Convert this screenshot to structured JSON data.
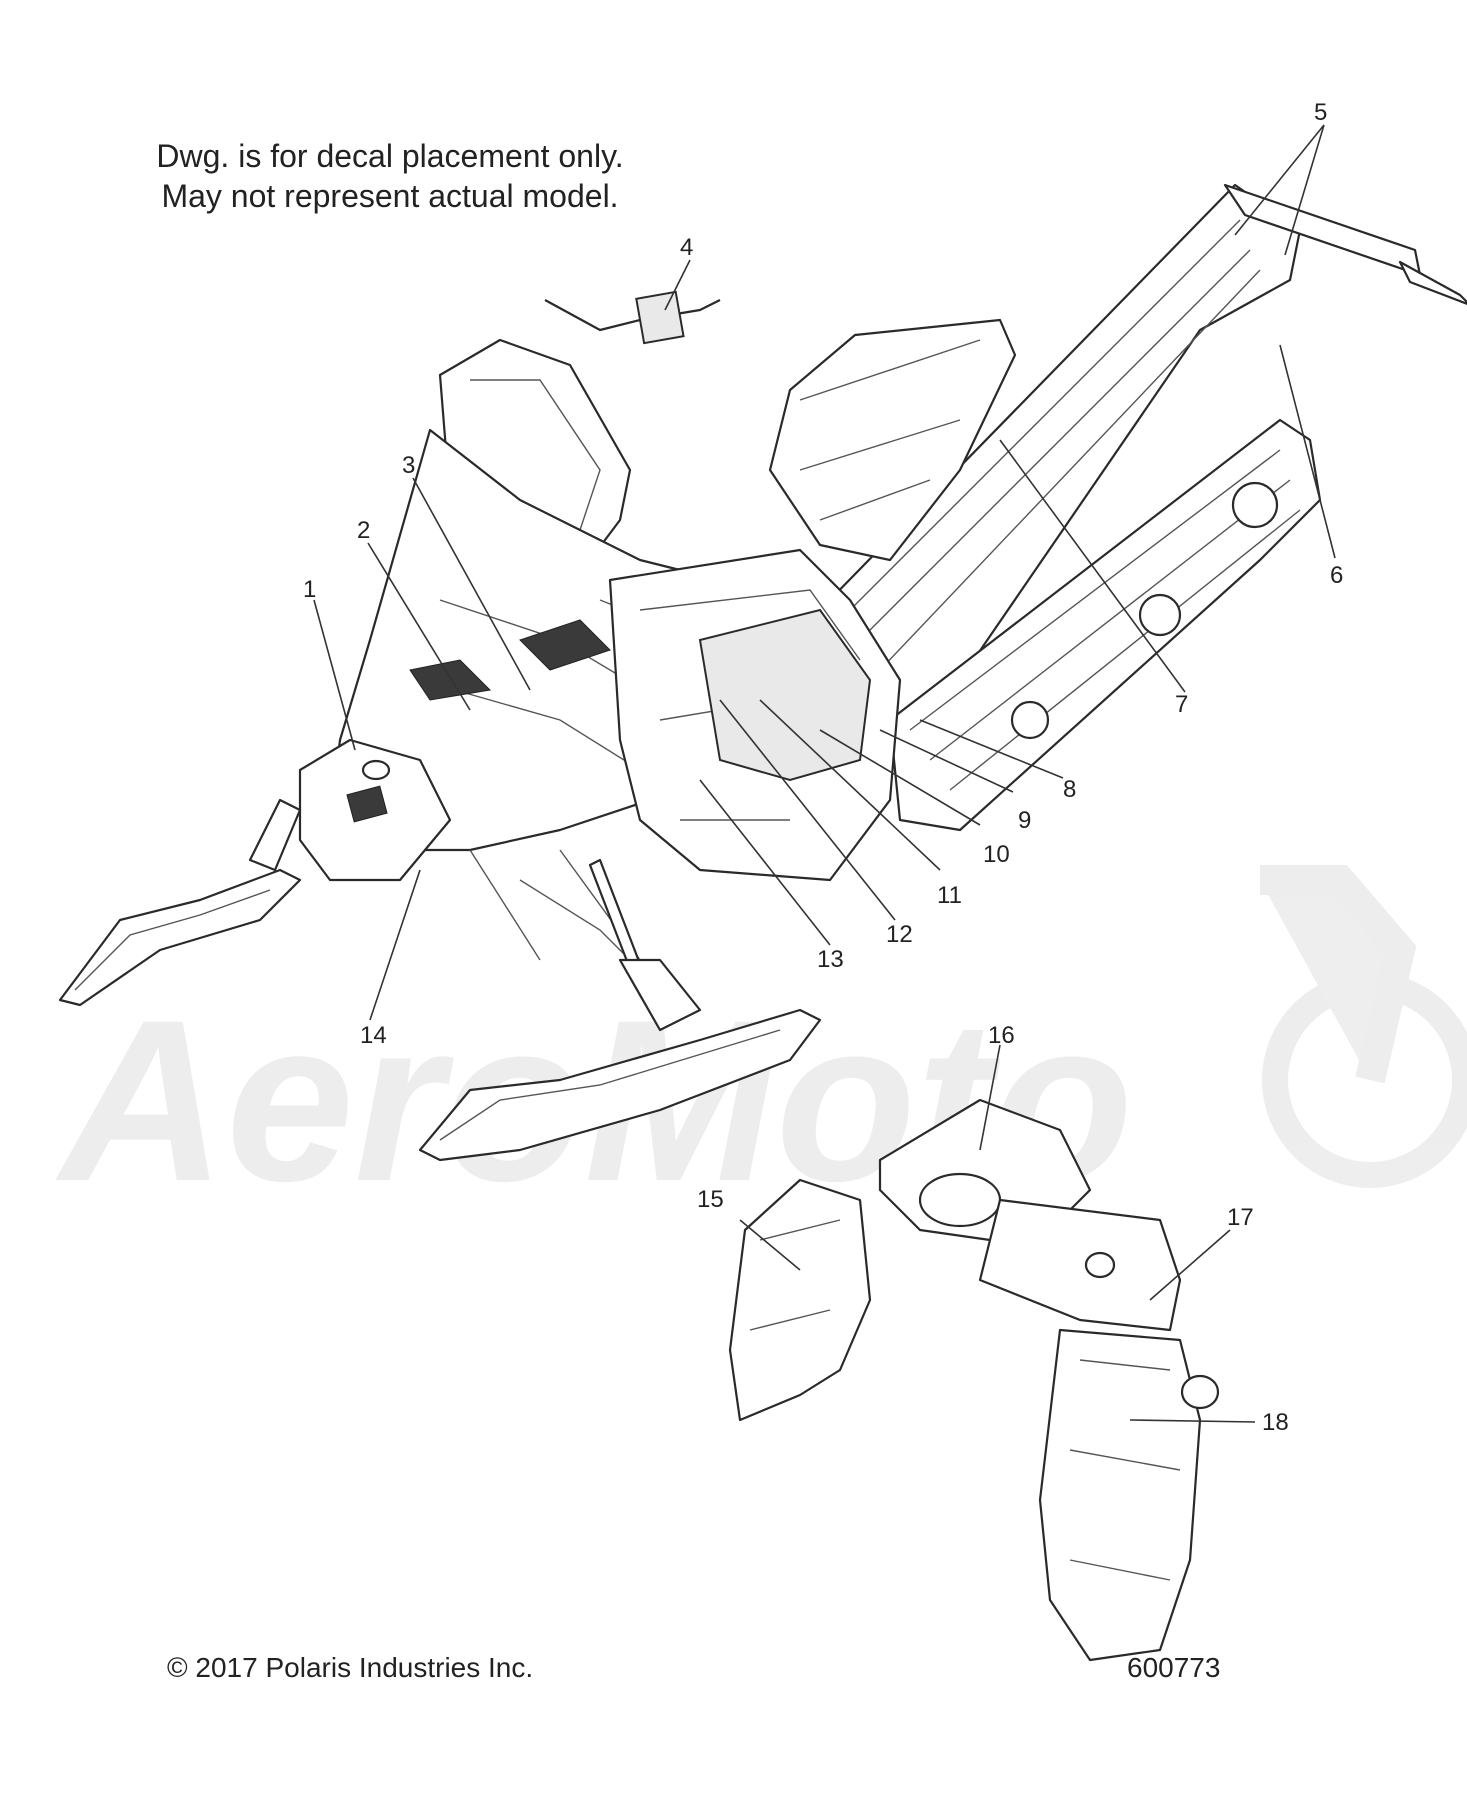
{
  "notes": {
    "line1": "Dwg. is for decal placement only.",
    "line2": "May not represent actual model."
  },
  "footer": {
    "copyright": "© 2017 Polaris Industries Inc.",
    "drawing_number": "600773"
  },
  "callouts": [
    "1",
    "2",
    "3",
    "4",
    "5",
    "6",
    "7",
    "8",
    "9",
    "10",
    "11",
    "12",
    "13",
    "14",
    "15",
    "16",
    "17",
    "18"
  ],
  "watermark": "AeroMoto"
}
